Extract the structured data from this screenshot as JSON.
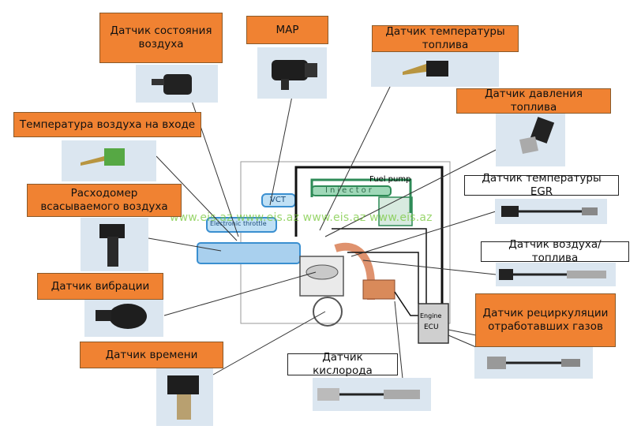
{
  "labels": {
    "throttle_position": "Датчик состояния воздуха",
    "map": "MAP",
    "fuel_temp": "Датчик температуры топлива",
    "fuel_pressure": "Датчик давления топлива",
    "intake_air_temp": "Температура воздуха на входе",
    "mass_air_flow": "Расходомер всасываемого воздуха",
    "egr_temp": "Датчик температуры EGR",
    "air_fuel": "Датчик воздуха/топлива",
    "knock": "Датчик вибрации",
    "egr_recirculation": "Датчик рециркуляции отработавших газов",
    "timing": "Датчик времени",
    "oxygen": "Датчик кислорода"
  },
  "diagram": {
    "fuel_pump": "Fuel pump",
    "injector": "Injector",
    "vct": "VCT",
    "electronic_throttle": "Electronic throttle",
    "ecu_line1": "Engine",
    "ecu_line2": "ECU"
  },
  "watermark": "www.eis.az www.eis.az www.eis.az www.eis.az",
  "colors": {
    "label_fill": "#f08232",
    "thumb_bg": "#dbe6f0",
    "watermark": "#78c83c",
    "fuel_line": "#2e8b57",
    "air_path": "#3a8fd0"
  },
  "icons": [
    "throttle-sensor-icon",
    "map-sensor-icon",
    "fuel-temp-sensor-icon",
    "fuel-pressure-sensor-icon",
    "intake-temp-sensor-icon",
    "airflow-meter-icon",
    "egr-temp-sensor-icon",
    "air-fuel-sensor-icon",
    "knock-sensor-icon",
    "egr-sensor-icon",
    "timing-sensor-icon",
    "oxygen-sensor-icon"
  ]
}
